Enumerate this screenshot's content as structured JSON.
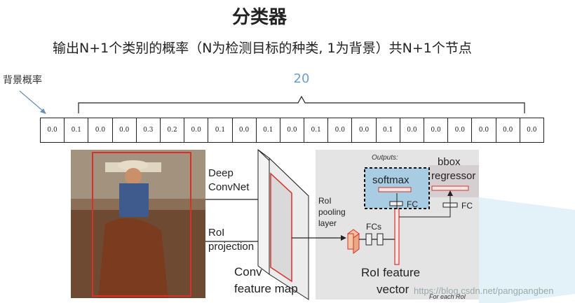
{
  "title": "分类器",
  "subtitle": "输出N+1个类别的概率（N为检测目标的种类, 1为背景）共N+1个节点",
  "background_label": "背景概率",
  "count_label": "20",
  "probabilities": [
    "0.0",
    "0.1",
    "0.0",
    "0.0",
    "0.3",
    "0.2",
    "0.0",
    "0.1",
    "0.0",
    "0.1",
    "0.0",
    "0.1",
    "0.0",
    "0.0",
    "0.1",
    "0.0",
    "0.0",
    "0.0",
    "0.0",
    "0.0",
    "0.0"
  ],
  "diagram": {
    "deep": "Deep",
    "convnet": "ConvNet",
    "roi": "RoI",
    "projection": "projection",
    "conv": "Conv",
    "feature_map": "feature map",
    "roi_pooling_1": "RoI",
    "roi_pooling_2": "pooling",
    "roi_pooling_3": "layer",
    "fcs": "FCs",
    "outputs": "Outputs:",
    "softmax": "softmax",
    "fc": "FC",
    "bbox": "bbox",
    "regressor": "regressor",
    "fc2": "FC",
    "roi_feature": "RoI feature",
    "vector": "vector",
    "for_each_roi": "For each RoI"
  },
  "watermark": "https://blog.csdn.net/pangpangben",
  "colors": {
    "accent_red": "#d9302a",
    "softmax_blue": "#a8cde3",
    "panel_gray": "#e4e4e4",
    "count_blue": "#6a9fcf"
  }
}
